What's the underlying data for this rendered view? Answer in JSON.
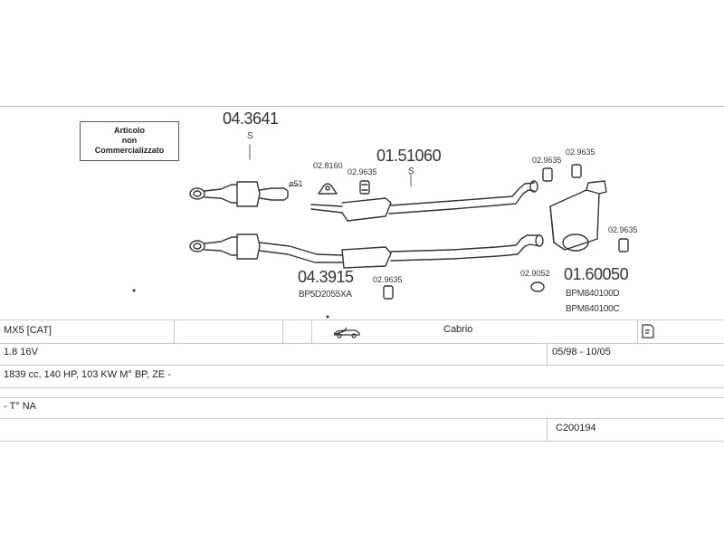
{
  "parts": {
    "cat_top_number": "04.3641",
    "cat_top_s": "S",
    "diameter_label": "ø51",
    "gasket_2": "02.8160",
    "clamp_2a": "02.9635",
    "mid_number": "01.51060",
    "mid_s": "S",
    "clamp_rear_1": "02.9635",
    "clamp_rear_2": "02.9635",
    "clamp_rear_3": "02.9635",
    "cat_bottom_number": "04.3915",
    "cat_bottom_ref": "BP5D2055XA",
    "clamp_bottom": "02.9635",
    "ring_rear": "02.9052",
    "rear_number": "01.60050",
    "rear_ref_1": "BPM840100D",
    "rear_ref_2": "BPM840100C"
  },
  "notice": {
    "line1": "Articolo",
    "line2": "non",
    "line3": "Commercializzato"
  },
  "table": {
    "model": "MX5  [CAT]",
    "body_type": "Cabrio",
    "engine": "1.8 16V",
    "dates": "05/98 - 10/05",
    "specs": "1839 cc, 140 HP, 103 KW M° BP, ZE -",
    "notes": "- T° NA",
    "code": "C200194"
  },
  "icons": {
    "car": "convertible-car-icon",
    "doc": "document-icon"
  },
  "colors": {
    "line": "#333333",
    "border": "#c8c8c8"
  }
}
